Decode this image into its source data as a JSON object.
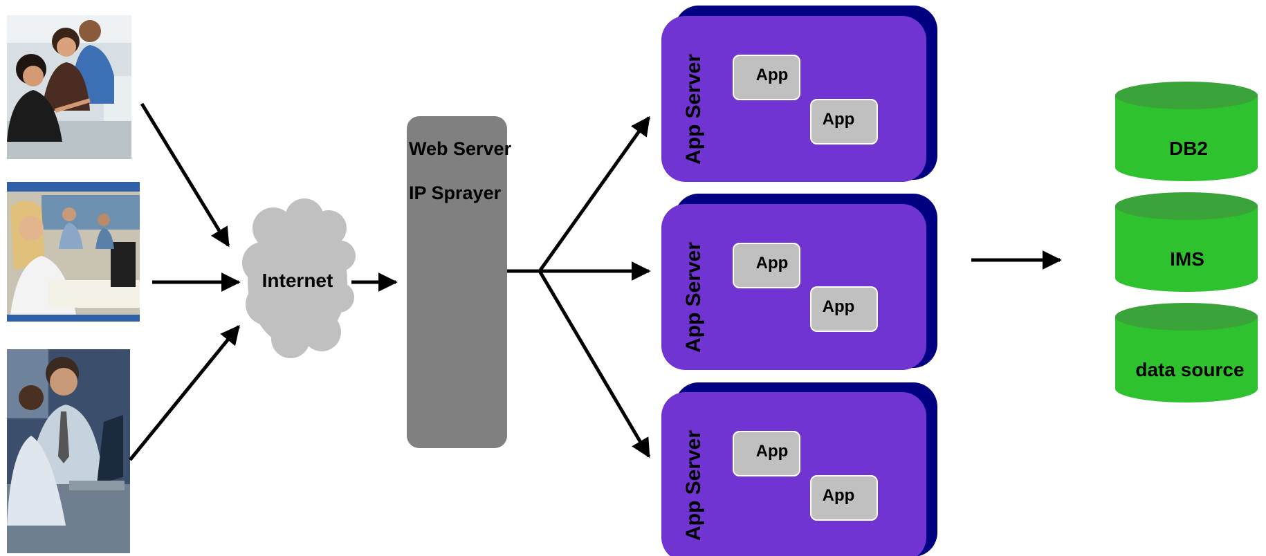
{
  "colors": {
    "server_front": "#6f34d2",
    "server_back": "#000080",
    "app_box": "#c0c0c0",
    "web_server": "#808080",
    "cloud": "#c0c0c0",
    "db_green": "#2fc22f",
    "db_top": "#3aa33a",
    "arrow": "#000000"
  },
  "users": [
    {
      "icon": "people-at-computer-photo"
    },
    {
      "icon": "office-worker-photo"
    },
    {
      "icon": "businessmen-laptop-photo"
    }
  ],
  "internet": {
    "label": "Internet",
    "icon": "cloud-icon"
  },
  "web_server": {
    "line1": "Web Server",
    "line2": "IP Sprayer"
  },
  "app_servers": [
    {
      "label": "App Server",
      "apps": [
        "App",
        "App"
      ]
    },
    {
      "label": "App Server",
      "apps": [
        "App",
        "App"
      ]
    },
    {
      "label": "App Server",
      "apps": [
        "App",
        "App"
      ]
    }
  ],
  "databases": [
    {
      "label": "DB2"
    },
    {
      "label": "IMS"
    },
    {
      "label": "data source"
    }
  ]
}
